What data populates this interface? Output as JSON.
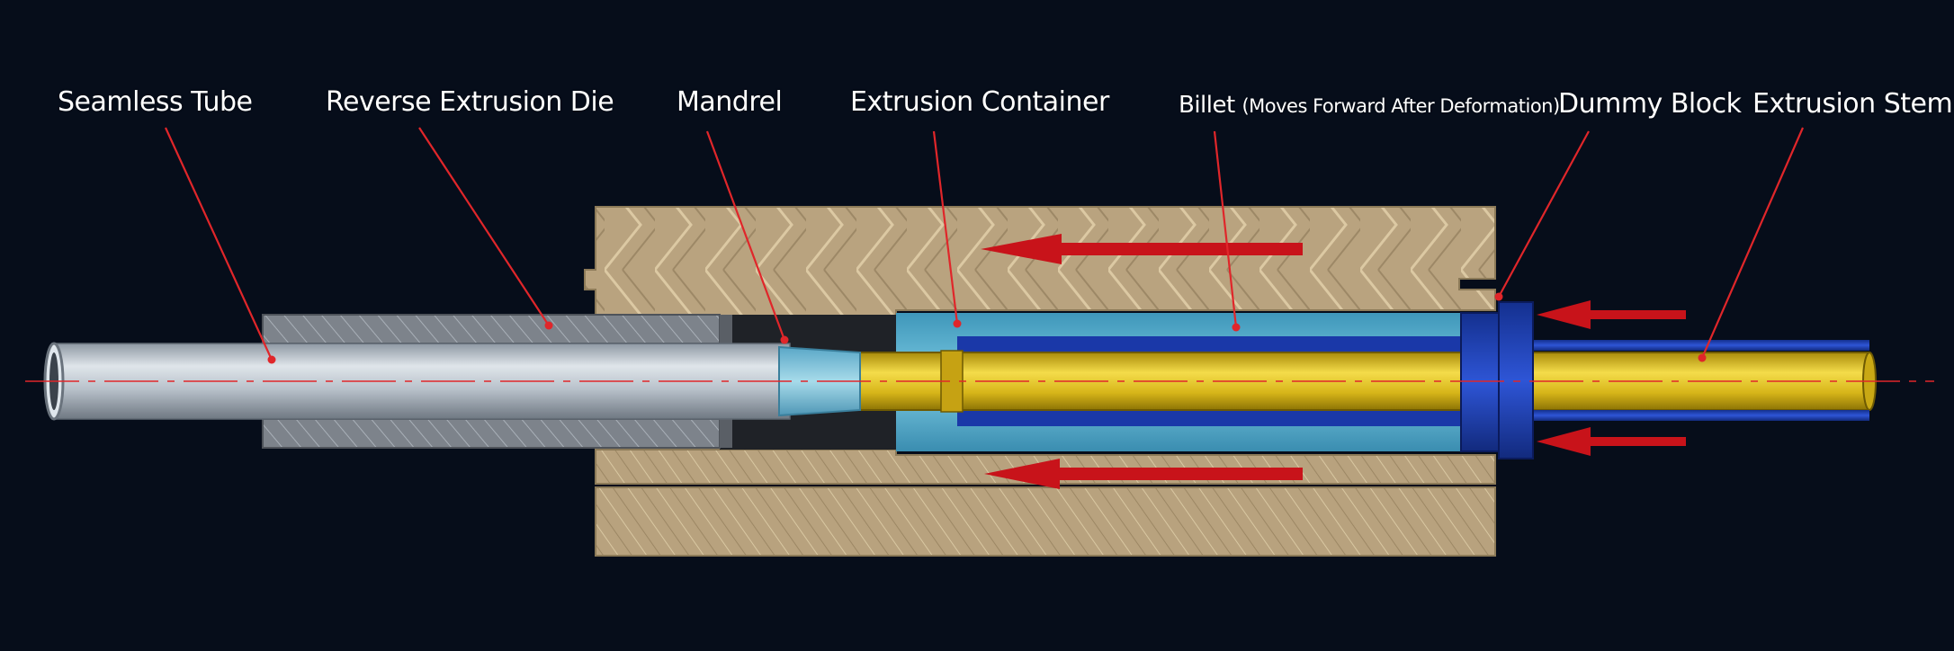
{
  "labels": {
    "seamless_tube": "Seamless Tube",
    "reverse_extrusion_die": "Reverse Extrusion Die",
    "mandrel": "Mandrel",
    "extrusion_container": "Extrusion Container",
    "billet_main": "Billet",
    "billet_note": "(Moves Forward After Deformation)",
    "dummy_block": "Dummy Block",
    "extrusion_stem": "Extrusion Stem"
  },
  "colors": {
    "background": "#060d1a",
    "leader_line": "#e0262a",
    "motion_arrow": "#c8131a",
    "container": "#b8a27e",
    "billet": "#5fb6d4",
    "stem": "#e2c21d",
    "dummy_block": "#1f3fb6",
    "tube": "#b4bdc6",
    "die": "#7d838b"
  }
}
